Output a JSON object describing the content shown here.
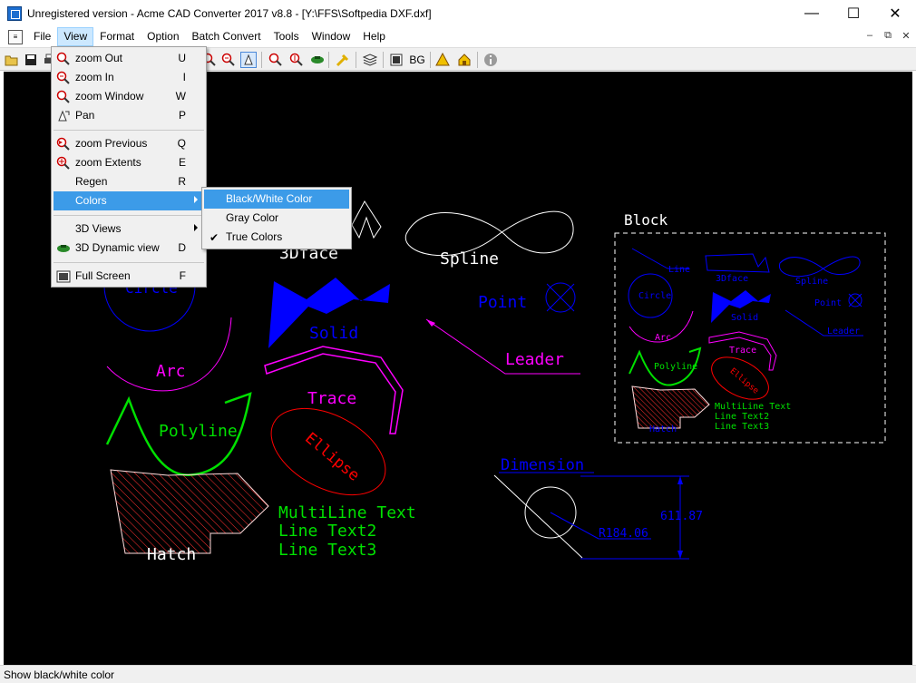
{
  "window": {
    "title": "Unregistered version - Acme CAD Converter 2017 v8.8 - [Y:\\FFS\\Softpedia DXF.dxf]",
    "min_glyph": "—",
    "max_glyph": "☐",
    "close_glyph": "✕"
  },
  "menubar": {
    "items": [
      "File",
      "View",
      "Format",
      "Option",
      "Batch Convert",
      "Tools",
      "Window",
      "Help"
    ],
    "active": "View",
    "mdi_controls": [
      "–",
      "⧉",
      "✕"
    ]
  },
  "toolbar": {
    "icons": [
      "open-icon",
      "save-icon",
      "print-icon",
      "zoom-out-icon",
      "zoom-in-icon",
      "pan-icon",
      "zoom-previous-icon",
      "zoom-extents-icon",
      "3d-dynamic-icon",
      "tools-icon",
      "layers-icon",
      "screen-icon",
      "home-icon",
      "about-icon"
    ],
    "bg_label": "BG"
  },
  "view_menu": {
    "items": [
      {
        "label": "zoom Out",
        "key": "U",
        "icon": "zoom-out-icon"
      },
      {
        "label": "zoom In",
        "key": "I",
        "icon": "zoom-in-icon"
      },
      {
        "label": "zoom Window",
        "key": "W",
        "icon": "zoom-window-icon"
      },
      {
        "label": "Pan",
        "key": "P",
        "icon": "pan-icon"
      },
      {
        "label": "zoom Previous",
        "key": "Q",
        "icon": "zoom-previous-icon"
      },
      {
        "label": "zoom Extents",
        "key": "E",
        "icon": "zoom-extents-icon"
      },
      {
        "label": "Regen",
        "key": "R"
      },
      {
        "label": "Colors",
        "submenu": true,
        "highlighted": true
      },
      {
        "label": "3D Views",
        "submenu": true
      },
      {
        "label": "3D Dynamic view",
        "key": "D",
        "icon": "3d-dynamic-icon"
      },
      {
        "label": "Full Screen",
        "key": "F",
        "icon": "full-screen-icon"
      }
    ]
  },
  "colors_menu": {
    "items": [
      {
        "label": "Black/White Color",
        "highlighted": true
      },
      {
        "label": "Gray Color"
      },
      {
        "label": "True Colors",
        "checked": true
      }
    ],
    "check_glyph": "✔"
  },
  "drawing": {
    "labels": {
      "circle": "Circle",
      "threedface": "3Dface",
      "spline": "Spline",
      "solid": "Solid",
      "point": "Point",
      "arc": "Arc",
      "leader": "Leader",
      "trace": "Trace",
      "polyline": "Polyline",
      "ellipse": "Ellipse",
      "multiline1": "MultiLine Text",
      "multiline2": "Line Text2",
      "multiline3": "Line Text3",
      "hatch": "Hatch",
      "dimension": "Dimension",
      "radius": "R184.06",
      "height": "611.87",
      "block": "Block",
      "b_line": "Line",
      "b_3dface": "3Dface",
      "b_spline": "Spline",
      "b_circle": "Circle",
      "b_solid": "Solid",
      "b_point": "Point",
      "b_leader": "Leader",
      "b_arc": "Arc",
      "b_trace": "Trace",
      "b_polyline": "Polyline",
      "b_ellipse": "Ellipse",
      "b_ml1": "MultiLine Text",
      "b_ml2": "Line Text2",
      "b_ml3": "Line Text3",
      "b_hatch": "Hatch"
    },
    "colors": {
      "blue": "#0000ff",
      "magenta": "#ff00ff",
      "green": "#00e000",
      "red": "#ff0000",
      "white": "#ffffff"
    }
  },
  "status": {
    "text": "Show black/white color"
  }
}
